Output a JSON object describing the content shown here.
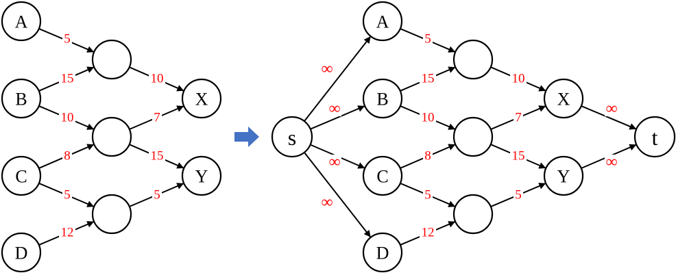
{
  "colors": {
    "node_stroke": "#000000",
    "edge": "#000000",
    "weight_text": "#ff0000",
    "transform_arrow": "#4472c4"
  },
  "transform_arrow_icon": "right-arrow-icon",
  "left_graph": {
    "nodes": [
      {
        "id": "A",
        "label": "A"
      },
      {
        "id": "B",
        "label": "B"
      },
      {
        "id": "C",
        "label": "C"
      },
      {
        "id": "D",
        "label": "D"
      },
      {
        "id": "M1",
        "label": ""
      },
      {
        "id": "M2",
        "label": ""
      },
      {
        "id": "M3",
        "label": ""
      },
      {
        "id": "X",
        "label": "X"
      },
      {
        "id": "Y",
        "label": "Y"
      }
    ],
    "edges": [
      {
        "from": "A",
        "to": "M1",
        "label": "5"
      },
      {
        "from": "B",
        "to": "M1",
        "label": "15"
      },
      {
        "from": "B",
        "to": "M2",
        "label": "10"
      },
      {
        "from": "C",
        "to": "M2",
        "label": "8"
      },
      {
        "from": "C",
        "to": "M3",
        "label": "5"
      },
      {
        "from": "D",
        "to": "M3",
        "label": "12"
      },
      {
        "from": "M1",
        "to": "X",
        "label": "10"
      },
      {
        "from": "M2",
        "to": "X",
        "label": "7"
      },
      {
        "from": "M2",
        "to": "Y",
        "label": "15"
      },
      {
        "from": "M3",
        "to": "Y",
        "label": "5"
      }
    ]
  },
  "right_graph": {
    "nodes": [
      {
        "id": "s",
        "label": "s"
      },
      {
        "id": "A",
        "label": "A"
      },
      {
        "id": "B",
        "label": "B"
      },
      {
        "id": "C",
        "label": "C"
      },
      {
        "id": "D",
        "label": "D"
      },
      {
        "id": "M1",
        "label": ""
      },
      {
        "id": "M2",
        "label": ""
      },
      {
        "id": "M3",
        "label": ""
      },
      {
        "id": "X",
        "label": "X"
      },
      {
        "id": "Y",
        "label": "Y"
      },
      {
        "id": "t",
        "label": "t"
      }
    ],
    "edges": [
      {
        "from": "s",
        "to": "A",
        "label": "∞"
      },
      {
        "from": "s",
        "to": "B",
        "label": "∞"
      },
      {
        "from": "s",
        "to": "C",
        "label": "∞"
      },
      {
        "from": "s",
        "to": "D",
        "label": "∞"
      },
      {
        "from": "A",
        "to": "M1",
        "label": "5"
      },
      {
        "from": "B",
        "to": "M1",
        "label": "15"
      },
      {
        "from": "B",
        "to": "M2",
        "label": "10"
      },
      {
        "from": "C",
        "to": "M2",
        "label": "8"
      },
      {
        "from": "C",
        "to": "M3",
        "label": "5"
      },
      {
        "from": "D",
        "to": "M3",
        "label": "12"
      },
      {
        "from": "M1",
        "to": "X",
        "label": "10"
      },
      {
        "from": "M2",
        "to": "X",
        "label": "7"
      },
      {
        "from": "M2",
        "to": "Y",
        "label": "15"
      },
      {
        "from": "M3",
        "to": "Y",
        "label": "5"
      },
      {
        "from": "X",
        "to": "t",
        "label": "∞"
      },
      {
        "from": "Y",
        "to": "t",
        "label": "∞"
      }
    ]
  }
}
